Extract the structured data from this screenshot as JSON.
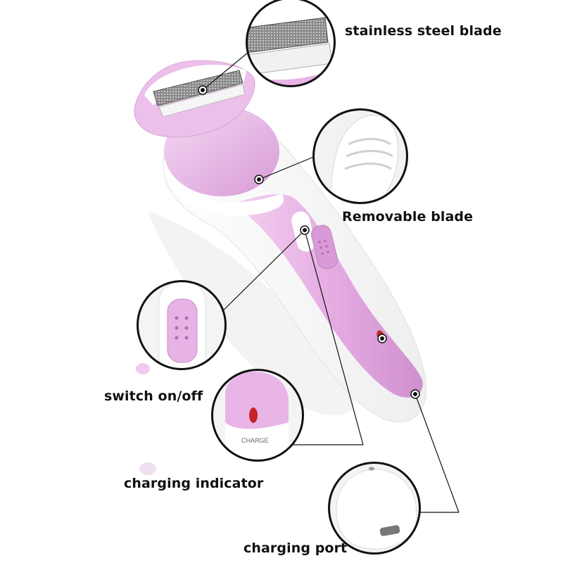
{
  "product": {
    "body_color": "#e9b6e6",
    "accent_color": "#c789c9",
    "shell_color": "#ffffff"
  },
  "callouts": [
    {
      "id": "blade",
      "label": "stainless steel blade"
    },
    {
      "id": "removable",
      "label": "Removable blade"
    },
    {
      "id": "switch",
      "label": "switch on/off"
    },
    {
      "id": "indicator",
      "label": "charging indicator"
    },
    {
      "id": "port",
      "label": "charging port"
    }
  ],
  "device_markings": {
    "charge_label": "CHARGE"
  }
}
